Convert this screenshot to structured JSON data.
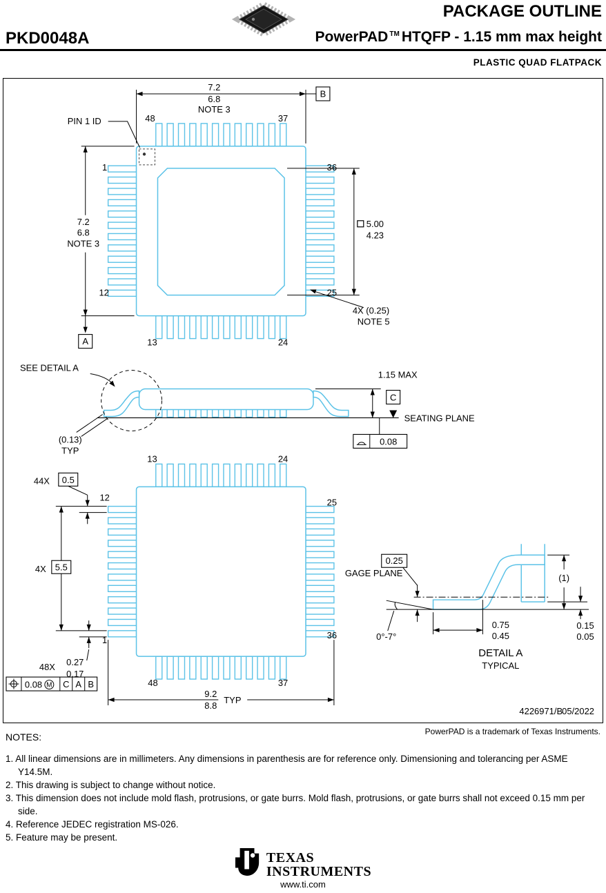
{
  "header": {
    "part_number": "PKD0048A",
    "title": "PACKAGE OUTLINE",
    "brand": "PowerPAD",
    "tm": "TM",
    "subtitle": "HTQFP - 1.15 mm max height",
    "package_type": "PLASTIC QUAD FLATPACK"
  },
  "top_view": {
    "dim_top_v1": "7.2",
    "dim_top_v2": "6.8",
    "dim_top_note": "NOTE 3",
    "datum_b": "B",
    "pin1_label": "PIN 1 ID",
    "p48": "48",
    "p37": "37",
    "p1": "1",
    "p36": "36",
    "p12": "12",
    "p25": "25",
    "p13": "13",
    "p24": "24",
    "dim_left_v1": "7.2",
    "dim_left_v2": "6.8",
    "dim_left_note": "NOTE 3",
    "datum_a": "A",
    "pad_square_symbol": "□",
    "pad_v1": "5.00",
    "pad_v2": "4.23",
    "lead_note1": "4X (0.25)",
    "lead_note2": "NOTE 5"
  },
  "side_view": {
    "see_detail": "SEE DETAIL A",
    "height_max": "1.15 MAX",
    "datum_c": "C",
    "seating_plane": "SEATING PLANE",
    "typ_v": "(0.13)",
    "typ_l": "TYP",
    "flatness_symbol": "⌓",
    "flatness_tol": "0.08"
  },
  "bottom_view": {
    "p13": "13",
    "p24": "24",
    "p12": "12",
    "p25": "25",
    "p1": "1",
    "p36": "36",
    "p48": "48",
    "p37": "37",
    "pitch_count": "44X",
    "pitch_v": "0.5",
    "span_count": "4X",
    "span_v": "5.5",
    "width_count": "48X",
    "width_v1": "0.27",
    "width_v2": "0.17",
    "fcf_position_symbol": "⌖",
    "fcf_tol": "0.08",
    "fcf_mod": "M",
    "fcf_d1": "C",
    "fcf_d2": "A",
    "fcf_d3": "B",
    "span2_v1": "9.2",
    "span2_v2": "8.8",
    "span2_typ": "TYP"
  },
  "detail_a": {
    "gage_v": "0.25",
    "gage_label": "GAGE PLANE",
    "ref": "(1)",
    "foot_v1": "0.75",
    "foot_v2": "0.45",
    "height_v1": "0.15",
    "height_v2": "0.05",
    "angle": "0°-7°",
    "title": "DETAIL  A",
    "subtitle": "TYPICAL"
  },
  "meta": {
    "revision": "4226971/B",
    "date": "05/2022"
  },
  "notes": {
    "trademark": "PowerPAD is a trademark of Texas Instruments.",
    "heading": "NOTES:",
    "items": [
      "1. All linear dimensions are in millimeters. Any dimensions in parenthesis are for reference only. Dimensioning and tolerancing per ASME Y14.5M.",
      "2. This drawing is subject to change without notice.",
      "3. This dimension does not include mold flash, protrusions, or gate burrs. Mold flash, protrusions, or gate burrs shall not exceed 0.15 mm per side.",
      "4. Reference JEDEC registration MS-026.",
      "5. Feature may be present."
    ]
  },
  "footer": {
    "brand_line1": "TEXAS",
    "brand_line2": "INSTRUMENTS",
    "url": "www.ti.com"
  }
}
